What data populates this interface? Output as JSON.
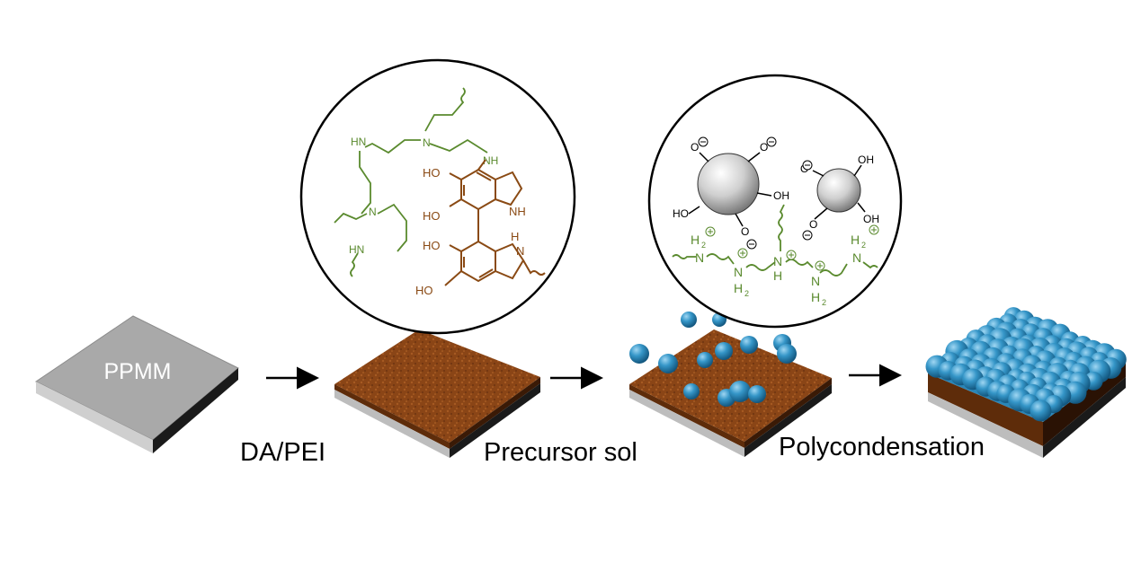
{
  "substrate_label": "PPMM",
  "steps": [
    {
      "label": "DA/PEI"
    },
    {
      "label": "Precursor sol"
    },
    {
      "label": "Polycondensation"
    }
  ],
  "colors": {
    "pei_green": "#5a8a2e",
    "polydopamine_brown": "#8a4a14",
    "coating_brown": "#7a3a10",
    "sphere_blue": "#2e8fc2",
    "substrate_gray": "#a8a8a8"
  },
  "zoom_left": {
    "atom_labels": {
      "hn_upper": "HN",
      "n_upper": "N",
      "nh_upper": "NH",
      "n_lower": "N",
      "hn_lower": "HN",
      "ho_1": "HO",
      "ho_2": "HO",
      "nh_ring": "NH",
      "ho_3": "HO",
      "h_ring": "H",
      "n_ring": "N",
      "ho_4": "HO"
    }
  },
  "zoom_right": {
    "big_particle_labels": {
      "o_top_left": "O",
      "o_top_right": "O",
      "oh_right": "OH",
      "ho_left": "HO",
      "o_bottom": "O"
    },
    "small_particle_labels": {
      "o_top_left": "O",
      "oh_top_right": "OH",
      "oh_right": "OH",
      "o_bottom": "O"
    },
    "chain_labels": {
      "h2_left": "H",
      "n_left": "N",
      "n_mid_left": "N",
      "h2_mid_left": "H",
      "n_center": "N",
      "h_center": "H",
      "n_mid_right": "N",
      "h2_mid_right": "H",
      "h2_right": "H",
      "n_right": "N",
      "subscript_2": "2"
    }
  }
}
